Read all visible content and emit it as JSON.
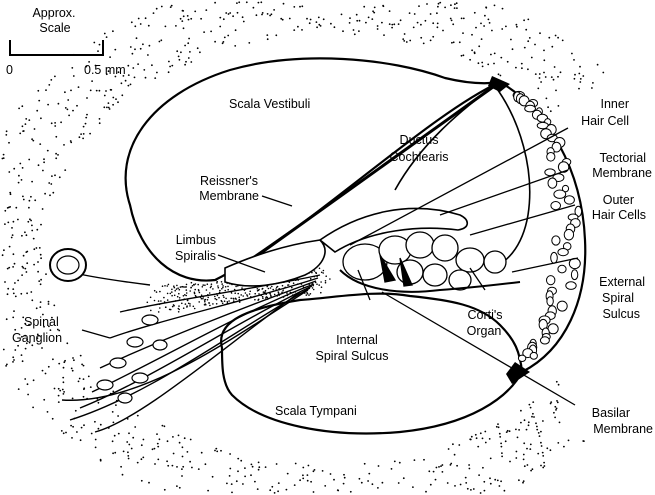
{
  "scale_bar": {
    "title_line1": "Approx.",
    "title_line2": "Scale",
    "start": "0",
    "end": "0.5 mm"
  },
  "labels": {
    "scala_vestibuli": "Scala Vestibuli",
    "ductus_cochlearis_1": "Ductus",
    "ductus_cochlearis_2": "Cochlearis",
    "reissners_1": "Reissner's",
    "reissners_2": "Membrane",
    "limbus_1": "Limbus",
    "limbus_2": "Spiralis",
    "spinal_ganglion_1": "Spinal",
    "spinal_ganglion_2": "Ganglion",
    "inner_hair_cell_1": "Inner",
    "inner_hair_cell_2": "Hair Cell",
    "tectorial_1": "Tectorial",
    "tectorial_2": "Membrane",
    "outer_hair_cells_1": "Outer",
    "outer_hair_cells_2": "Hair Cells",
    "external_spiral_1": "External",
    "external_spiral_2": "Spiral",
    "external_spiral_3": "Sulcus",
    "cortis_1": "Corti's",
    "cortis_2": "Organ",
    "internal_spiral_1": "Internal",
    "internal_spiral_2": "Spiral Sulcus",
    "scala_tympani": "Scala Tympani",
    "basilar_1": "Basilar",
    "basilar_2": "Membrane"
  }
}
